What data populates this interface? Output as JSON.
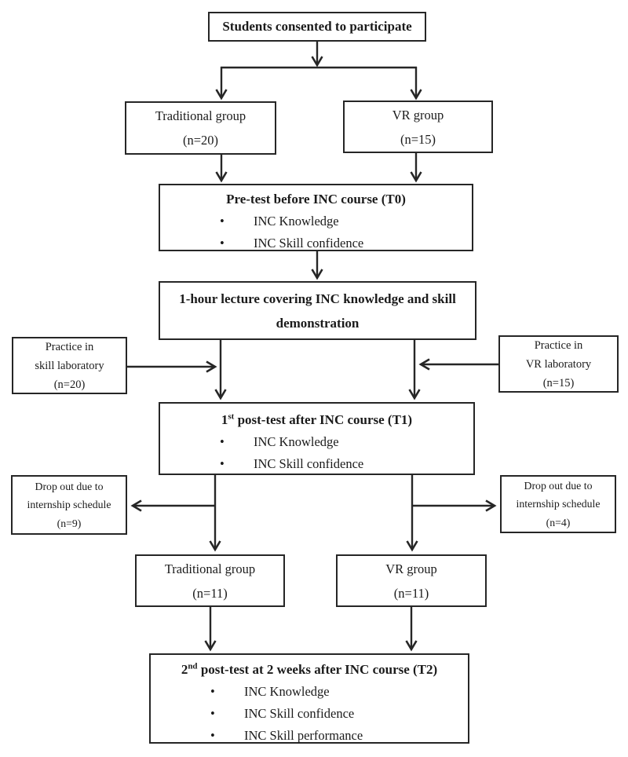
{
  "ui": {
    "bullet_char": "•",
    "colors": {
      "line": "#262626",
      "box_border": "#262626",
      "text": "#1b1b1b",
      "background": "#ffffff"
    }
  },
  "flowchart": {
    "consent": {
      "label": "Students consented to participate"
    },
    "traditional_group_initial": {
      "label": "Traditional group",
      "n": "(n=20)"
    },
    "vr_group_initial": {
      "label": "VR group",
      "n": "(n=15)"
    },
    "pretest": {
      "title": "Pre-test before INC course (T0)",
      "bullets": [
        "INC Knowledge",
        "INC Skill confidence"
      ]
    },
    "lecture": {
      "lines": [
        "1-hour lecture covering INC knowledge and skill",
        "demonstration"
      ]
    },
    "practice_skill": {
      "lines": [
        "Practice in",
        "skill laboratory",
        "(n=20)"
      ]
    },
    "practice_vr": {
      "lines": [
        "Practice in",
        "VR laboratory",
        "(n=15)"
      ]
    },
    "posttest1": {
      "title_prefix": "1",
      "title_sup": "st",
      "title_rest": " post-test after INC course (T1)",
      "bullets": [
        "INC Knowledge",
        "INC Skill confidence"
      ]
    },
    "dropout_left": {
      "lines": [
        "Drop out due to",
        "internship schedule",
        "(n=9)"
      ]
    },
    "dropout_right": {
      "lines": [
        "Drop out due to",
        "internship schedule",
        "(n=4)"
      ]
    },
    "traditional_group_final": {
      "label": "Traditional group",
      "n": "(n=11)"
    },
    "vr_group_final": {
      "label": "VR group",
      "n": "(n=11)"
    },
    "posttest2": {
      "title_prefix": "2",
      "title_sup": "nd",
      "title_rest": " post-test at 2 weeks after INC course (T2)",
      "bullets": [
        "INC Knowledge",
        "INC Skill confidence",
        "INC Skill performance"
      ]
    }
  }
}
